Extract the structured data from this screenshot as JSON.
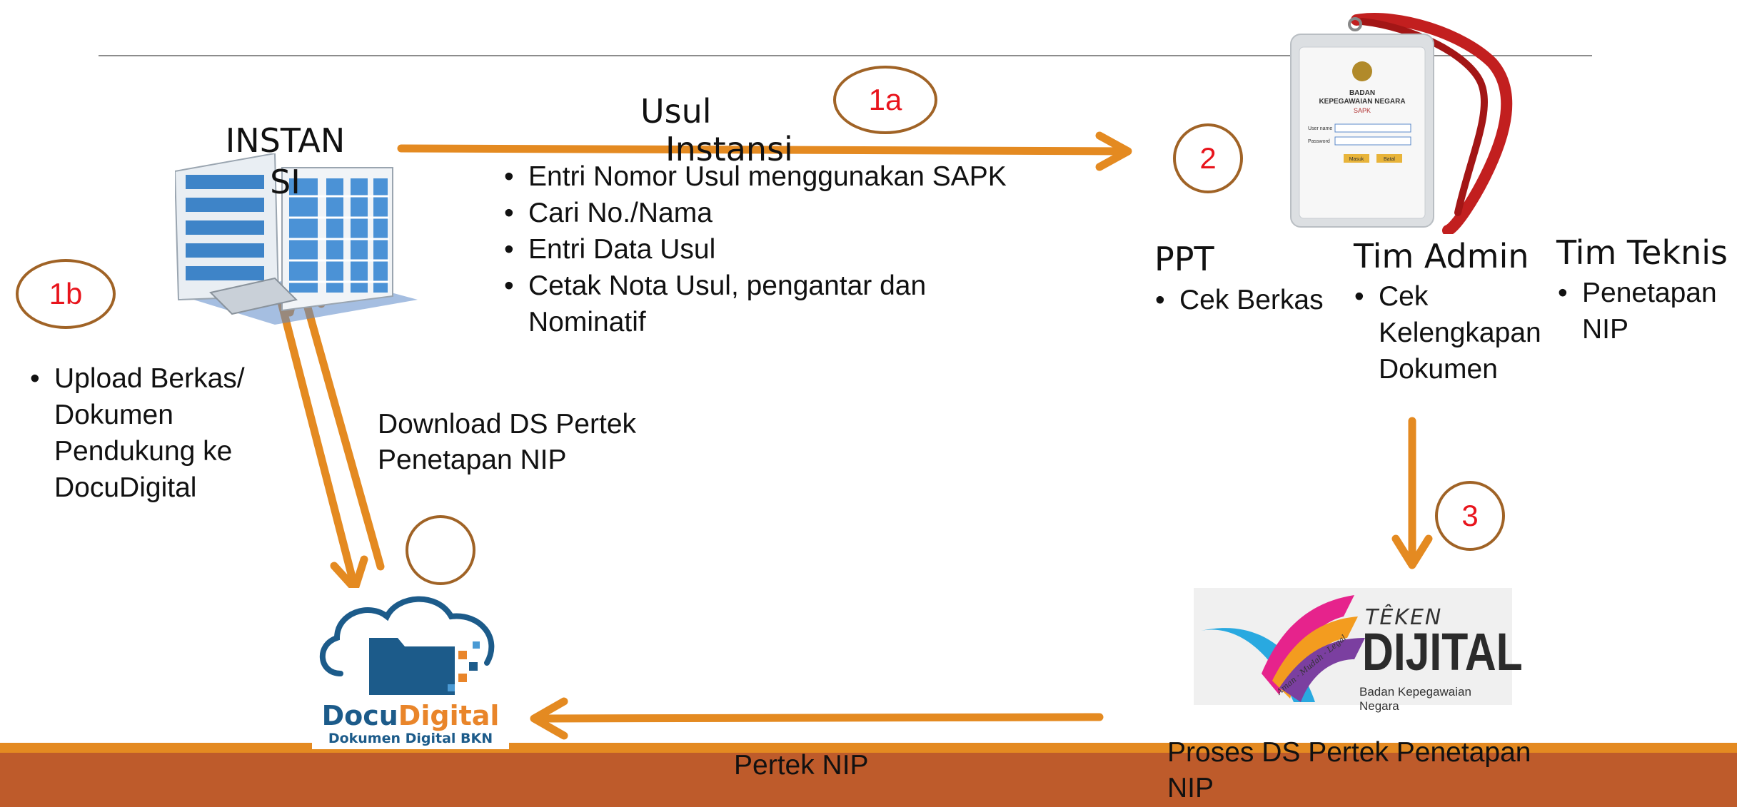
{
  "instansi": {
    "label_line1": "INSTAN",
    "label_line2": "SI"
  },
  "usul": {
    "label_line1": "Usul",
    "label_line2": "Instansi"
  },
  "steps": {
    "s1a": "1a",
    "s1b": "1b",
    "s2": "2",
    "s3": "3",
    "s4": ""
  },
  "instansi_tasks": [
    "Entri Nomor Usul menggunakan SAPK",
    "Cari No./Nama",
    "Entri Data Usul",
    "Cetak  Nota Usul, pengantar dan Nominatif"
  ],
  "upload": {
    "item": "Upload Berkas/ Dokumen Pendukung ke DocuDigital"
  },
  "download": {
    "line1": "Download DS Pertek",
    "line2": "Penetapan NIP"
  },
  "ppt": {
    "title": "PPT",
    "items": [
      "Cek Berkas"
    ]
  },
  "tim_admin": {
    "title": "Tim Admin",
    "items": [
      "Cek Kelengkapan Dokumen"
    ]
  },
  "tim_teknis": {
    "title": "Tim Teknis",
    "items": [
      "Penetapan NIP"
    ]
  },
  "sapk_card": {
    "line1": "BADAN",
    "line2": "KEPEGAWAIAN NEGARA",
    "line3": "SAPK",
    "user_label": "User name",
    "pass_label": "Password",
    "btn1": "Masuk",
    "btn2": "Batal"
  },
  "docudigital": {
    "brand_part1": "Docu",
    "brand_part2": "Digital",
    "subtitle": "Dokumen Digital BKN"
  },
  "tekendijital": {
    "top": "TÊKEN",
    "main": "DIJITAL",
    "sub": "Badan Kepegawaian Negara",
    "tagline": "Aman · Mudah · Legal"
  },
  "footer": {
    "pertek": "Pertek NIP",
    "proses_line1": "Proses DS Pertek Penetapan",
    "proses_line2": "NIP"
  },
  "colors": {
    "arrow": "#e48a21",
    "circle_border": "#a06326",
    "step_text": "#e8141c",
    "band": "#be5b2b"
  }
}
